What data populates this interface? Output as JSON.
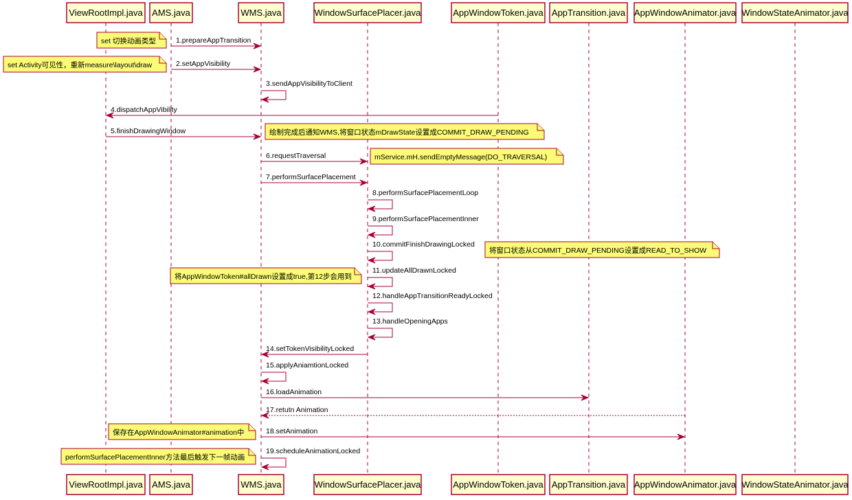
{
  "participants": [
    {
      "id": "vri",
      "label": "ViewRootImpl.java"
    },
    {
      "id": "ams",
      "label": "AMS.java"
    },
    {
      "id": "wms",
      "label": "WMS.java"
    },
    {
      "id": "wsp",
      "label": "WindowSurfacePlacer.java"
    },
    {
      "id": "awt",
      "label": "AppWindowToken.java"
    },
    {
      "id": "at",
      "label": "AppTransition.java"
    },
    {
      "id": "awa",
      "label": "AppWindowAnimator.java"
    },
    {
      "id": "wsa",
      "label": "WindowStateAnimator.java"
    }
  ],
  "messages": [
    {
      "label": "1.prepareAppTransition",
      "from": "ams",
      "to": "wms",
      "style": "solid"
    },
    {
      "label": "2.setAppVisibility",
      "from": "ams",
      "to": "wms",
      "style": "solid"
    },
    {
      "label": "3.sendAppVisibilityToClient",
      "from": "wms",
      "to": "wms",
      "style": "self"
    },
    {
      "label": "4.dispatchAppVibility",
      "from": "awt",
      "to": "vri",
      "style": "solid"
    },
    {
      "label": "5.finishDrawingWindow",
      "from": "vri",
      "to": "wms",
      "style": "solid"
    },
    {
      "label": "6.requestTraversal",
      "from": "wms",
      "to": "wsp",
      "style": "solid"
    },
    {
      "label": "7.performSurfacePlacement",
      "from": "wms",
      "to": "wsp",
      "style": "solid"
    },
    {
      "label": "8.performSurfacePlacementLoop",
      "from": "wsp",
      "to": "wsp",
      "style": "self"
    },
    {
      "label": "9.performSurfacePlacementInner",
      "from": "wsp",
      "to": "wsp",
      "style": "self"
    },
    {
      "label": "10.commitFinishDrawingLocked",
      "from": "wsp",
      "to": "wsp",
      "style": "self"
    },
    {
      "label": "11.updateAllDrawnLocked",
      "from": "wsp",
      "to": "wsp",
      "style": "self"
    },
    {
      "label": "12.handleAppTransitionReadyLocked",
      "from": "wsp",
      "to": "wsp",
      "style": "self"
    },
    {
      "label": "13.handleOpeningApps",
      "from": "wsp",
      "to": "wsp",
      "style": "self"
    },
    {
      "label": "14.setTokenVisibilityLocked",
      "from": "wsp",
      "to": "wms",
      "style": "solid"
    },
    {
      "label": "15.applyAniamtionLocked",
      "from": "wms",
      "to": "wms",
      "style": "self"
    },
    {
      "label": "16.loadAnimation",
      "from": "wms",
      "to": "at",
      "style": "solid"
    },
    {
      "label": "17.retutn Animation",
      "from": "awa",
      "to": "wms",
      "style": "dashed"
    },
    {
      "label": "18.setAnimation",
      "from": "wms",
      "to": "awa",
      "style": "solid"
    },
    {
      "label": "19.scheduleAnimationLocked",
      "from": "wms",
      "to": "wms",
      "style": "self"
    }
  ],
  "notes": [
    {
      "text": "set 切换动画类型",
      "msg": 0
    },
    {
      "text": "set Activity可见性，重新measure\\layout\\draw",
      "msg": 1
    },
    {
      "text": "绘制完成后通知WMS,将窗口状态mDrawState设置成COMMIT_DRAW_PENDING",
      "msg": 4
    },
    {
      "text": "mService.mH.sendEmptyMessage(DO_TRAVERSAL)",
      "msg": 5
    },
    {
      "text": "将窗口状态从COMMIT_DRAW_PENDING设置成READ_TO_SHOW",
      "msg": 9
    },
    {
      "text": "将AppWindowToken#allDrawn设置成true,第12步会用到",
      "msg": 10
    },
    {
      "text": "保存在AppWindowAnimator#animation中",
      "msg": 17
    },
    {
      "text": "performSurfacePlacementInner方法最后触发下一帧动画",
      "msg": 18
    }
  ],
  "colors": {
    "border": "#A80036",
    "participant_fill": "#FEFECE",
    "note_fill": "#FBFB77"
  }
}
